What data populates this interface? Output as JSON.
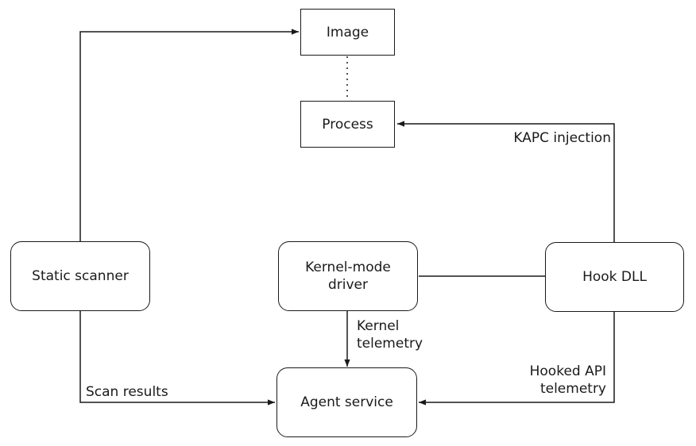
{
  "nodes": {
    "image": "Image",
    "process": "Process",
    "static_scanner": "Static scanner",
    "kernel_driver_line1": "Kernel-mode",
    "kernel_driver_line2": "driver",
    "hook_dll": "Hook DLL",
    "agent_service": "Agent service"
  },
  "edges": {
    "kapc_injection": "KAPC injection",
    "kernel_telemetry_line1": "Kernel",
    "kernel_telemetry_line2": "telemetry",
    "scan_results": "Scan results",
    "hooked_api_line1": "Hooked API",
    "hooked_api_line2": "telemetry"
  }
}
